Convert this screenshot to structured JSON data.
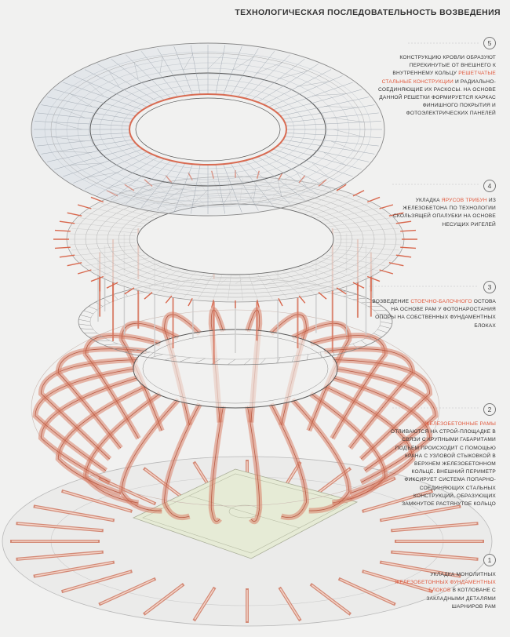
{
  "title": "ТЕХНОЛОГИЧЕСКАЯ ПОСЛЕДОВАТЕЛЬНОСТЬ ВОЗВЕДЕНИЯ",
  "accent_color": "#e0563a",
  "steps": [
    {
      "number": "5",
      "parts": [
        {
          "text": "КОНСТРУКЦИЮ КРОВЛИ ОБРАЗУЮТ ПЕРЕКИНУТЫЕ ОТ ВНЕШНЕГО К ВНУТРЕННЕМУ КОЛЬЦУ ",
          "hl": false
        },
        {
          "text": "РЕШЕТЧАТЫЕ СТАЛЬНЫЕ КОНСТРУКЦИИ",
          "hl": true
        },
        {
          "text": " И РАДИАЛЬНО-СОЕДИНЯЮЩИЕ ИХ РАСКОСЫ. НА ОСНОВЕ ДАННОЙ РЕШЕТКИ ФОРМИРУЕТСЯ КАРКАС ФИНИШНОГО ПОКРЫТИЯ И ФОТОЭЛЕКТРИЧЕСКИХ ПАНЕЛЕЙ",
          "hl": false
        }
      ]
    },
    {
      "number": "4",
      "parts": [
        {
          "text": "УКЛАДКА ",
          "hl": false
        },
        {
          "text": "ЯРУСОВ ТРИБУН",
          "hl": true
        },
        {
          "text": " ИЗ ЖЕЛЕЗОБЕТОНА ПО ТЕХНОЛОГИИ СКОЛЬЗЯЩЕЙ ОПАЛУБКИ НА ОСНОВЕ НЕСУЩИХ РИГЕЛЕЙ",
          "hl": false
        }
      ]
    },
    {
      "number": "3",
      "parts": [
        {
          "text": "ВОЗВЕДЕНИЕ ",
          "hl": false
        },
        {
          "text": "СТОЕЧНО-БАЛОЧНОГО",
          "hl": true
        },
        {
          "text": " ОСТОВА НА ОСНОВЕ РАМ У ФОТОНАРОСТАНИЯ ОПОРЫ НА СОБСТВЕННЫХ ФУНДАМЕНТНЫХ БЛОКАХ",
          "hl": false
        }
      ]
    },
    {
      "number": "2",
      "parts": [
        {
          "text": "ЖЕЛЕЗОБЕТОННЫЕ РАМЫ",
          "hl": true
        },
        {
          "text": " ОТЛИВАЮТСЯ НА СТРОЙ-ПЛОЩАДКЕ В СВЯЗИ С КРУПНЫМИ ГАБАРИТАМИ ПОДЪЕМ ПРОИСХОДИТ С ПОМОЩЬЮ КРАНА С УЗЛОВОЙ СТЫКОВКОЙ В ВЕРХНЕМ ЖЕЛЕЗОБЕТОННОМ КОЛЬЦЕ. ВНЕШНИЙ ПЕРИМЕТР ФИКСИРУЕТ СИСТЕМА ПОПАРНО-СОЕДИНЯЮЩИХ СТАЛЬНЫХ КОНСТРУКЦИЙ, ОБРАЗУЮЩИХ ЗАМКНУТОЕ РАСТЯНУТОЕ КОЛЬЦО",
          "hl": false
        }
      ]
    },
    {
      "number": "1",
      "parts": [
        {
          "text": "УКЛАДКА МОНОЛИТНЫХ ",
          "hl": false
        },
        {
          "text": "ЖЕЛЕЗОБЕТОННЫХ ФУНДАМЕНТНЫХ БЛОКОВ",
          "hl": true
        },
        {
          "text": " В КОТЛОВАНЕ С ЗАКЛАДНЫМИ ДЕТАЛЯМИ ШАРНИРОВ РАМ",
          "hl": false
        }
      ]
    }
  ]
}
